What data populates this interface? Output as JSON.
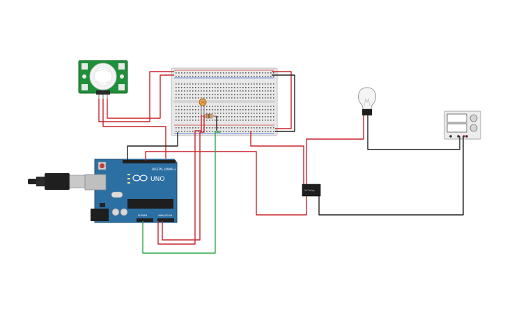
{
  "arduino": {
    "logo_text": "UNO",
    "digital_label": "DIGITAL (PWM~)",
    "power_label": "POWER",
    "analog_label": "ANALOG IN",
    "color": "#2c6fa3"
  },
  "relay": {
    "label": "5V Relay"
  },
  "colors": {
    "wire_red": "#c8242b",
    "wire_black": "#1e1e1e",
    "wire_green": "#2ca84a",
    "pir_board": "#1f8f3a",
    "breadboard": "#e6e6e6",
    "rail_red": "#d53a3a",
    "rail_blue": "#3a62d5"
  },
  "components": [
    "pir-sensor",
    "breadboard",
    "photoresistor",
    "resistor",
    "arduino-uno",
    "usb-cable",
    "relay",
    "light-bulb",
    "power-supply"
  ]
}
